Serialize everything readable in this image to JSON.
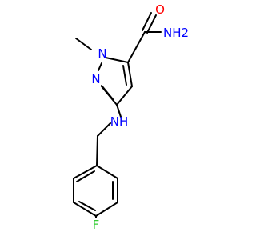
{
  "molecule": {
    "atoms": {
      "o": {
        "label": "O",
        "color": "#ff0000"
      },
      "nh2": {
        "label": "NH2",
        "color": "#0000ff"
      },
      "n1": {
        "label": "N",
        "color": "#0000ff"
      },
      "n2": {
        "label": "N",
        "color": "#0000ff"
      },
      "nh": {
        "label": "NH",
        "color": "#0000ff"
      },
      "f": {
        "label": "F",
        "color": "#33cc33"
      }
    },
    "bond_color": "#000000"
  }
}
